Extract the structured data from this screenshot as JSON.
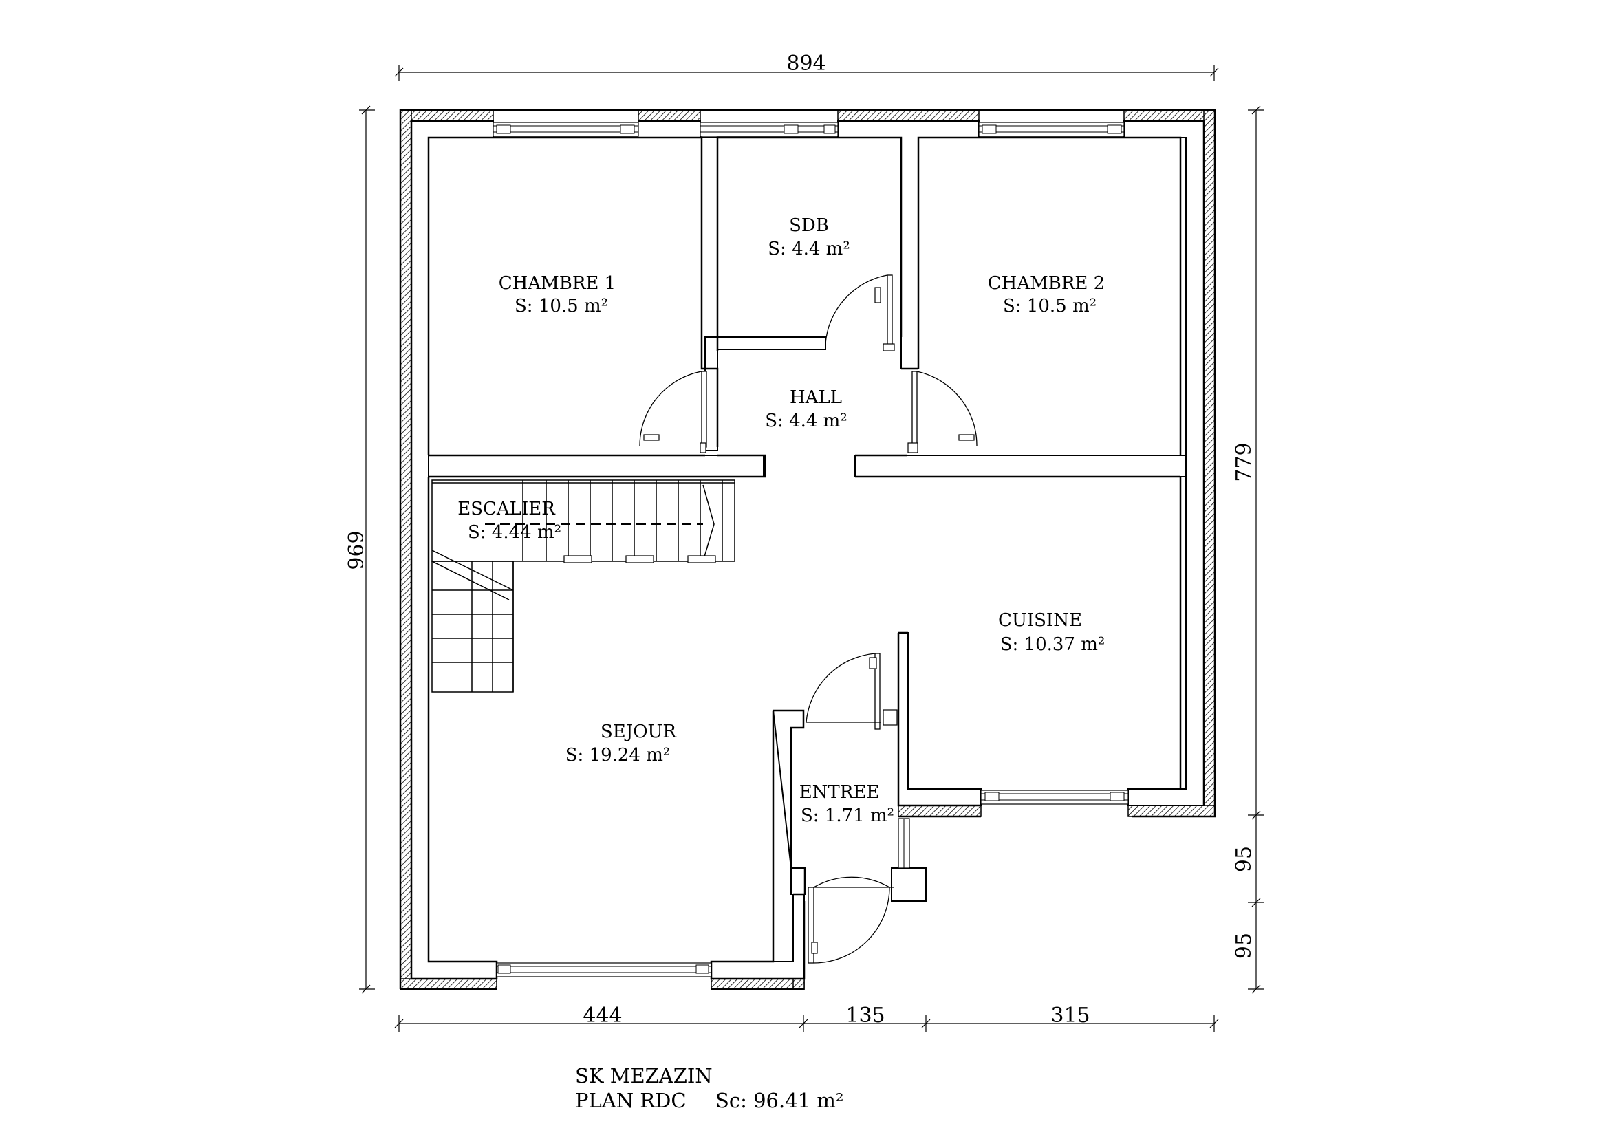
{
  "dimensions": {
    "top_total": "894",
    "left_total": "969",
    "right_main": "779",
    "right_lower_1": "95",
    "right_lower_2": "95",
    "bottom_left": "444",
    "bottom_middle": "135",
    "bottom_right": "315"
  },
  "rooms": {
    "chambre1": {
      "name": "CHAMBRE 1",
      "area": "S: 10.5 m²"
    },
    "sdb": {
      "name": "SDB",
      "area": "S: 4.4 m²"
    },
    "chambre2": {
      "name": "CHAMBRE 2",
      "area": "S: 10.5 m²"
    },
    "hall": {
      "name": "HALL",
      "area": "S: 4.4 m²"
    },
    "escalier": {
      "name": "ESCALIER",
      "area": "S: 4.44 m²"
    },
    "cuisine": {
      "name": "CUISINE",
      "area": "S: 10.37 m²"
    },
    "sejour": {
      "name": "SEJOUR",
      "area": "S: 19.24 m²"
    },
    "entree": {
      "name": "ENTREE",
      "area": "S: 1.71 m²"
    }
  },
  "title": {
    "project": "SK MEZAZIN",
    "plan": "PLAN RDC",
    "total_area": "Sc: 96.41 m²"
  }
}
